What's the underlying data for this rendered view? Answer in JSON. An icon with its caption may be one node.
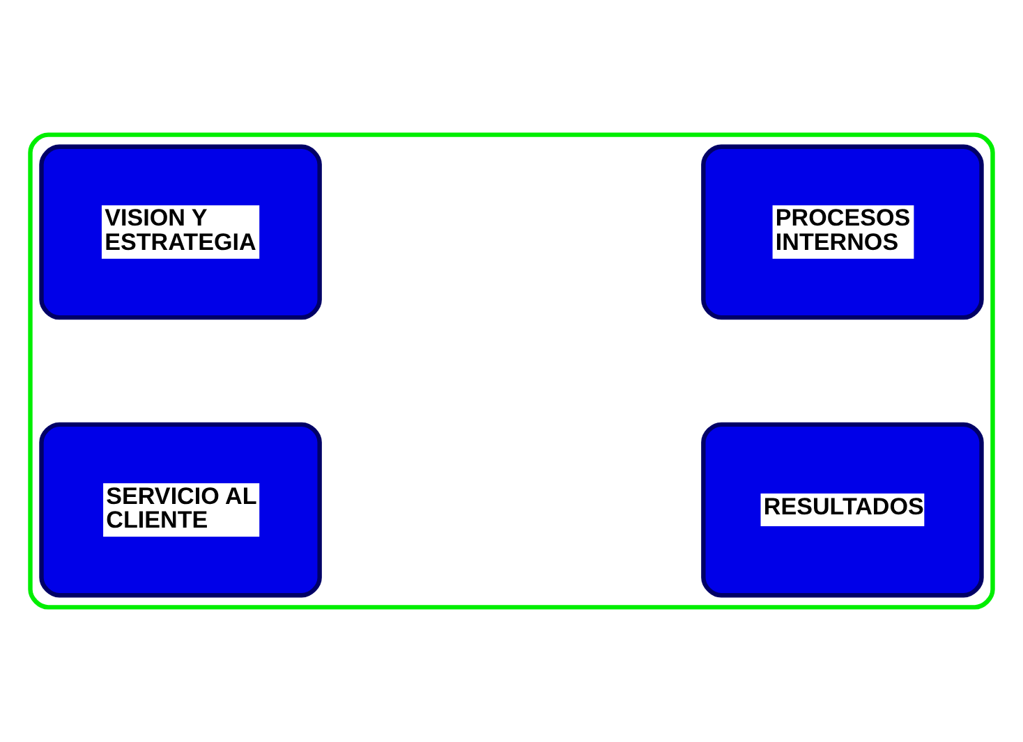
{
  "diagram": {
    "nodes": [
      {
        "text": [],
        "shape": "box"
      },
      {
        "text": [
          "VISION Y ESTRATEGIA"
        ],
        "in": 0
      },
      {
        "text": [
          "PROCESOS INTERNOS"
        ],
        "in": 0
      },
      {
        "text": [
          "SERVICIO AL CLIENTE"
        ],
        "in": 0
      },
      {
        "text": [
          "RESULTADOS"
        ],
        "in": 0
      }
    ]
  }
}
